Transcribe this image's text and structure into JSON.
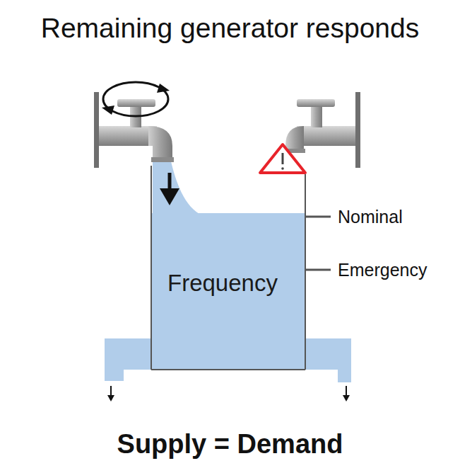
{
  "diagram": {
    "title": "Remaining generator responds",
    "caption": "Supply = Demand",
    "nodes": [
      {
        "text": [
          "Frequency"
        ]
      }
    ],
    "labels": [
      "Nominal",
      "Emergency"
    ]
  }
}
